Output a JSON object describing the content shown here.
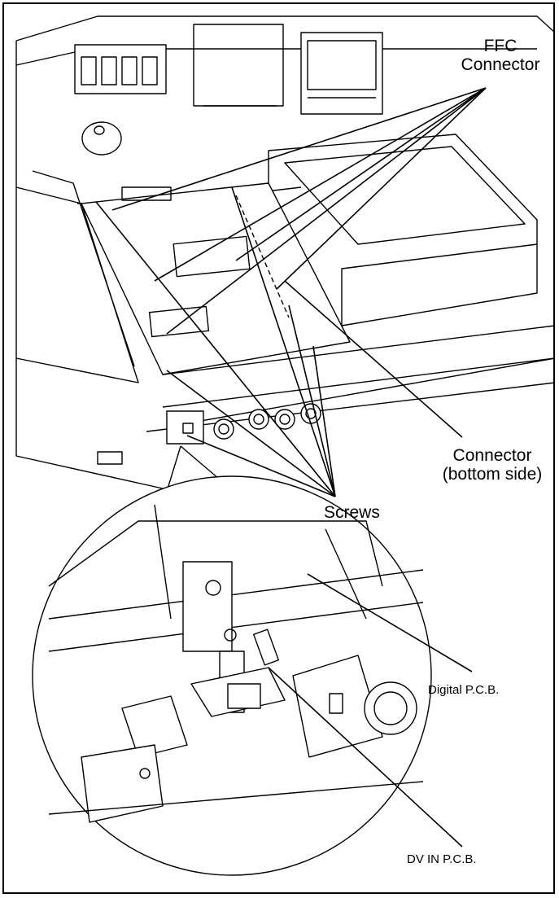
{
  "labels": {
    "ffc_connector_line1": "FFC",
    "ffc_connector_line2": "Connector",
    "connector_line1": "Connector",
    "connector_line2": "(bottom side)",
    "screws": "Screws",
    "digital_pcb": "Digital P.C.B.",
    "dv_in_pcb": "DV IN P.C.B."
  },
  "colors": {
    "line": "#000000",
    "fill": "#ffffff",
    "shade": "#d9d9d9"
  }
}
